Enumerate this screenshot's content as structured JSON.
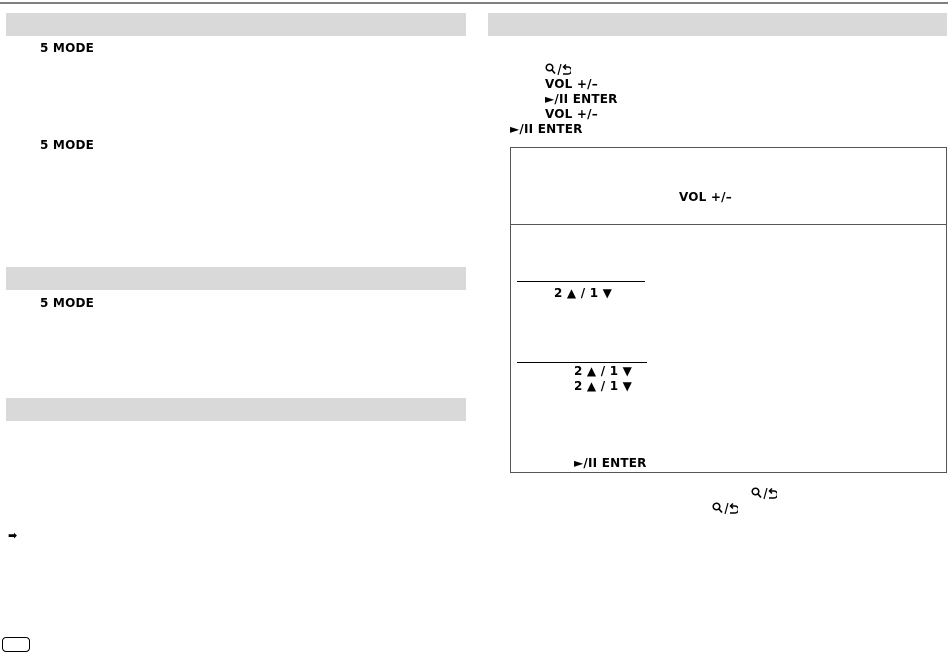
{
  "left": {
    "mode_a": "5 MODE",
    "mode_b": "5 MODE",
    "mode_c": "5 MODE",
    "arrow": "➡"
  },
  "right": {
    "vol_a": "VOL +/–",
    "enter_a": "►/II ENTER",
    "vol_b": "VOL +/–",
    "enter_b": "►/II ENTER",
    "box_vol": "VOL +/–",
    "key_a": "2 ▲ / 1 ▼",
    "key_b": "2 ▲ / 1 ▼",
    "key_c": "2 ▲ / 1 ▼",
    "box_enter": "►/II ENTER"
  },
  "icons": [
    "search-back-icon",
    "play-pause-icon",
    "arrow-right-icon",
    "page-number-icon"
  ]
}
